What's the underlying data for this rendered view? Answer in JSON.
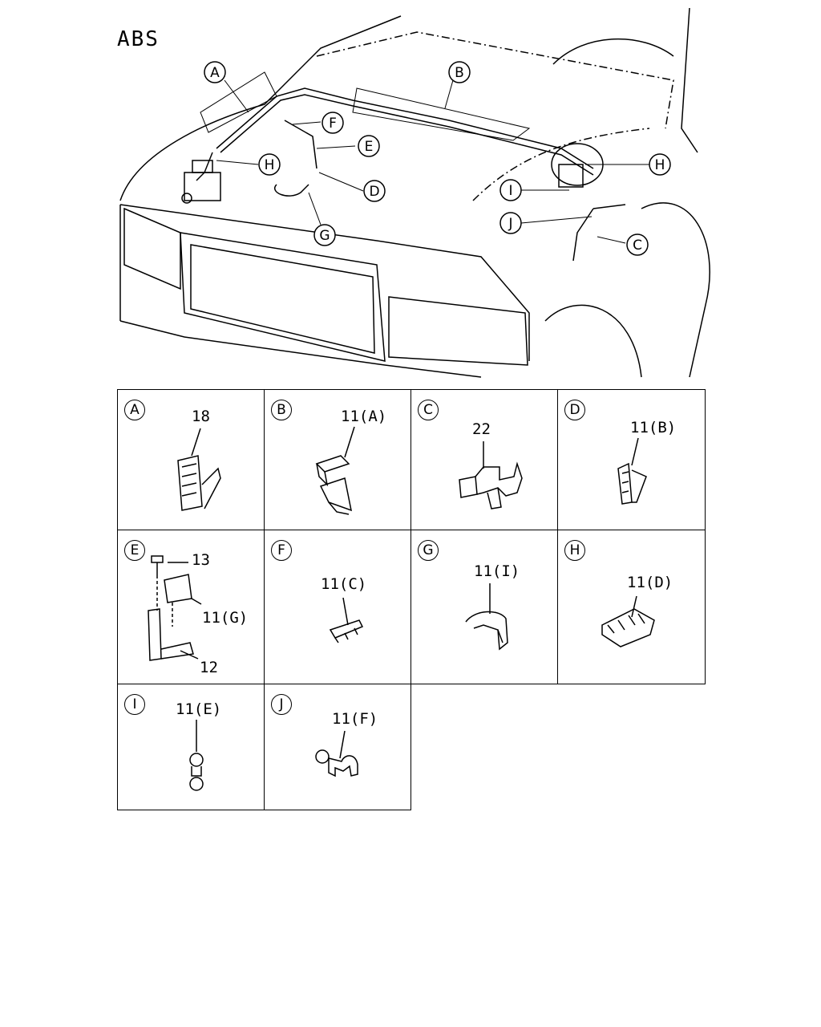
{
  "title": "ABS",
  "callouts": [
    "A",
    "B",
    "C",
    "D",
    "E",
    "F",
    "G",
    "H",
    "H",
    "I",
    "J"
  ],
  "details": [
    {
      "letter": "A",
      "parts": [
        "18"
      ]
    },
    {
      "letter": "B",
      "parts": [
        "11(A)"
      ]
    },
    {
      "letter": "C",
      "parts": [
        "22"
      ]
    },
    {
      "letter": "D",
      "parts": [
        "11(B)"
      ]
    },
    {
      "letter": "E",
      "parts": [
        "13",
        "11(G)",
        "12"
      ]
    },
    {
      "letter": "F",
      "parts": [
        "11(C)"
      ]
    },
    {
      "letter": "G",
      "parts": [
        "11(I)"
      ]
    },
    {
      "letter": "H",
      "parts": [
        "11(D)"
      ]
    },
    {
      "letter": "I",
      "parts": [
        "11(E)"
      ]
    },
    {
      "letter": "J",
      "parts": [
        "11(F)"
      ]
    }
  ]
}
